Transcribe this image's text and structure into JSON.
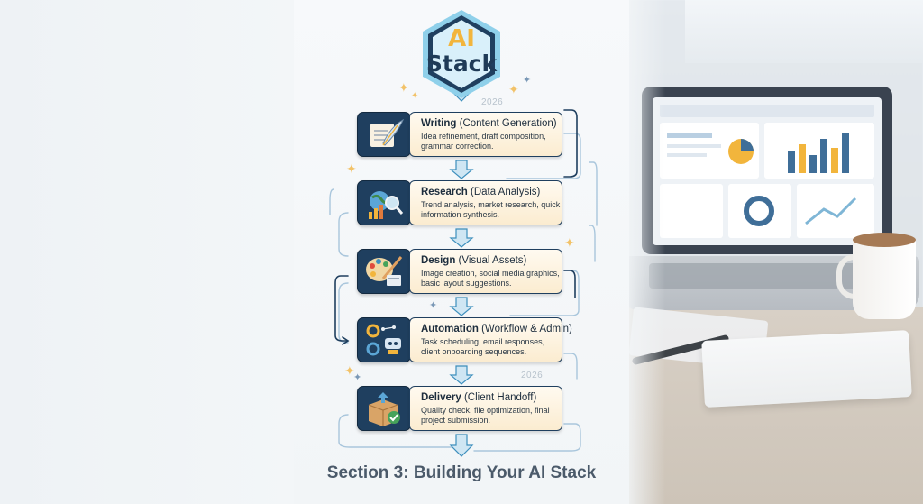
{
  "hex": {
    "title_line1": "AI",
    "title_line2": "Stack"
  },
  "years": [
    "2026",
    "2026"
  ],
  "steps": [
    {
      "name": "Writing",
      "paren": "(Content Generation)",
      "desc": "Idea refinement, draft composition, grammar correction.",
      "icon": "quill-paper-icon"
    },
    {
      "name": "Research",
      "paren": "(Data Analysis)",
      "desc": "Trend analysis, market research, quick information synthesis.",
      "icon": "globe-chart-magnifier-icon"
    },
    {
      "name": "Design",
      "paren": "(Visual Assets)",
      "desc": "Image creation, social media graphics, basic layout suggestions.",
      "icon": "palette-brush-icon"
    },
    {
      "name": "Automation",
      "paren": "(Workflow & Admin)",
      "desc": "Task scheduling, email responses, client onboarding sequences.",
      "icon": "gears-robot-icon"
    },
    {
      "name": "Delivery",
      "paren": "(Client Handoff)",
      "desc": "Quality check, file optimization, final project submission.",
      "icon": "box-checkmark-icon"
    }
  ],
  "footer": "Section 3: Building Your AI Stack",
  "colors": {
    "navy": "#1f3f5f",
    "gold": "#f2b53c",
    "card": "#fbecd0",
    "arrow": "#7fb6d6"
  }
}
